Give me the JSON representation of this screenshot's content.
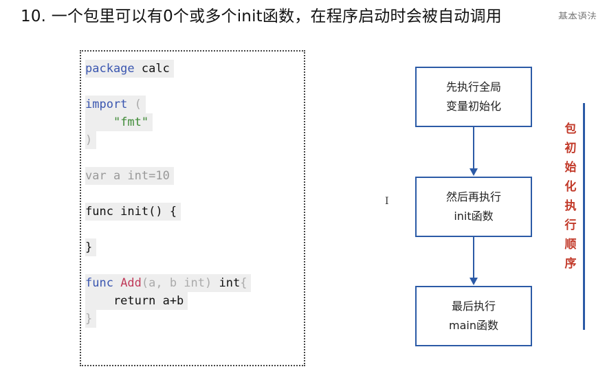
{
  "slide": {
    "title": "10. 一个包里可以有0个或多个init函数，在程序启动时会被自动调用",
    "corner_text": "基本语法"
  },
  "code": {
    "line1": {
      "kw": "package",
      "rest": " calc"
    },
    "line2": {
      "kw": "import",
      "rest": " ("
    },
    "line3": {
      "indent": "    ",
      "str": "\"fmt\""
    },
    "line4": {
      "text": ")"
    },
    "line5": {
      "text": "var a int=10"
    },
    "line6": {
      "text": "func init() {"
    },
    "line7": {
      "text": "}"
    },
    "line8": {
      "kw": "func",
      "fn": " Add",
      "params": "(a, b int)",
      "ret": " int",
      "brace": "{"
    },
    "line9": {
      "text": "    return a+b"
    },
    "line10": {
      "text": "}"
    }
  },
  "flow": {
    "step1": {
      "line1": "先执行全局",
      "line2": "变量初始化"
    },
    "step2": {
      "line1": "然后再执行",
      "line2": "init函数"
    },
    "step3": {
      "line1": "最后执行",
      "line2": "main函数"
    }
  },
  "side_label": "包初始化执行顺序",
  "colors": {
    "accent_blue": "#2b5aa6",
    "label_red": "#c23a2a",
    "keyword": "#3a56b0",
    "string": "#3f8b37",
    "func_name": "#c03a59"
  }
}
